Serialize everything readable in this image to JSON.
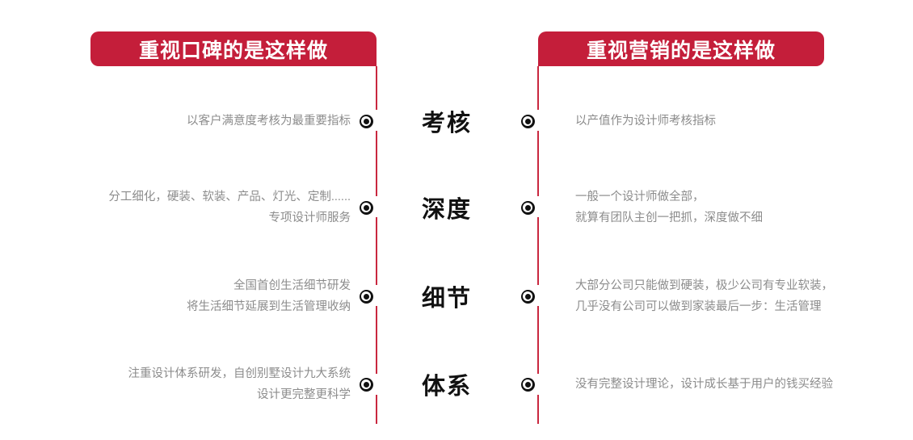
{
  "theme": {
    "accent_red": "#c41e3a",
    "rail_red": "#c9283f",
    "body_text": "#8c8c8c",
    "label_text": "#111111",
    "background": "#ffffff"
  },
  "headers": {
    "left": "重视口碑的是这样做",
    "right": "重视营销的是这样做"
  },
  "rows": [
    {
      "label": "考核",
      "left": "以客户满意度考核为最重要指标",
      "right": "以产值作为设计师考核指标"
    },
    {
      "label": "深度",
      "left": "分工细化，硬装、软装、产品、灯光、定制......\n专项设计师服务",
      "right": "一般一个设计师做全部，\n就算有团队主创一把抓，深度做不细"
    },
    {
      "label": "细节",
      "left": "全国首创生活细节研发\n将生活细节延展到生活管理收纳",
      "right": "大部分公司只能做到硬装，极少公司有专业软装，\n几乎没有公司可以做到家装最后一步：生活管理"
    },
    {
      "label": "体系",
      "left": "注重设计体系研发，自创别墅设计九大系统\n设计更完整更科学",
      "right": "没有完整设计理论，设计成长基于用户的钱买经验"
    }
  ],
  "icons": {
    "marker": "bullseye-marker-icon"
  }
}
